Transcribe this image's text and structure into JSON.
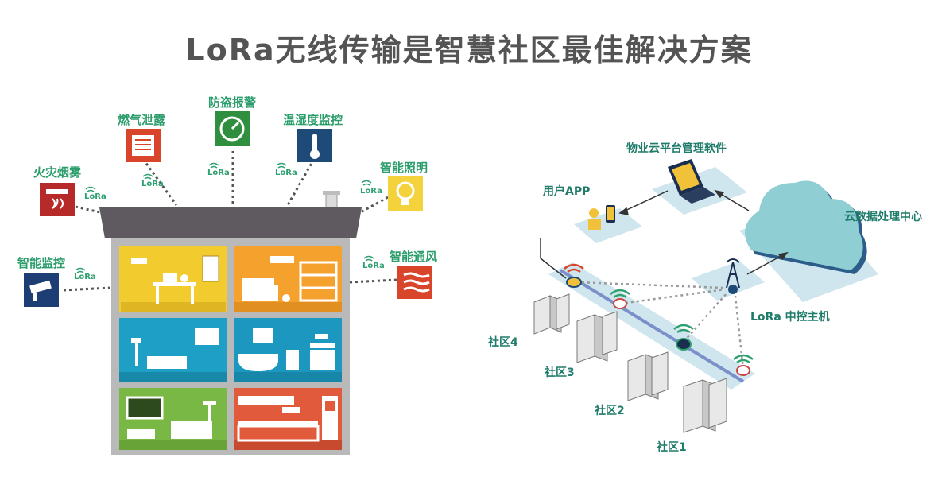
{
  "title": "LoRa无线传输是智慧社区最佳解决方案",
  "devices": {
    "fire_smoke": "火灾烟雾",
    "gas_leak": "燃气泄露",
    "anti_theft": "防盗报警",
    "temp_humidity": "温湿度监控",
    "smart_light": "智能照明",
    "smart_monitor": "智能监控",
    "smart_vent": "智能通风"
  },
  "lora_tag": "LoRa",
  "network": {
    "cloud_platform": "物业云平台管理软件",
    "user_app": "用户APP",
    "cloud_center": "云数据处理中心",
    "lora_host": "LoRa 中控主机",
    "community_1": "社区1",
    "community_2": "社区2",
    "community_3": "社区3",
    "community_4": "社区4"
  },
  "colors": {
    "lora_green": "#2fa070",
    "label_green": "#2a9d6b",
    "roof": "#5e5a60",
    "cloud": "#8fcfd4",
    "cloud_dark": "#2c5d8a"
  }
}
